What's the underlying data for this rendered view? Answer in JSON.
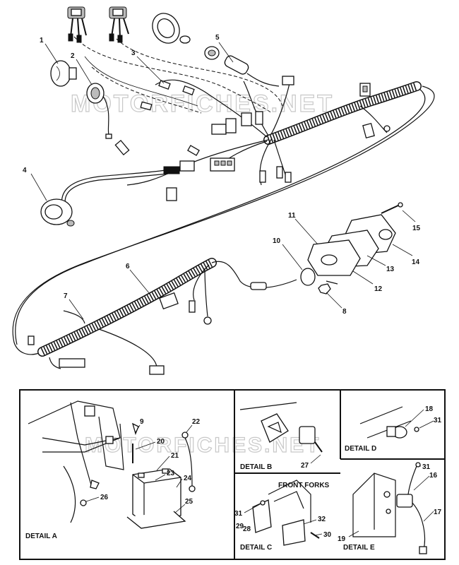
{
  "watermark": "MOTORFICHES.NET",
  "callouts": {
    "c1": "1",
    "c2": "2",
    "c3": "3",
    "c4": "4",
    "c5": "5",
    "c6": "6",
    "c7": "7",
    "c8": "8",
    "c9": "9",
    "c10": "10",
    "c11": "11",
    "c12": "12",
    "c13": "13",
    "c14": "14",
    "c15": "15",
    "c16": "16",
    "c17": "17",
    "c18": "18",
    "c19": "19",
    "c20": "20",
    "c21": "21",
    "c22": "22",
    "c23": "23",
    "c24": "24",
    "c25": "25",
    "c26": "26",
    "c27": "27",
    "c28": "28",
    "c29": "29",
    "c30": "30",
    "c31": "31",
    "c32": "32",
    "c31d": "31",
    "c31e": "31"
  },
  "details": {
    "a": "DETAIL A",
    "b": "DETAIL B",
    "c": "DETAIL C",
    "d": "DETAIL D",
    "e": "DETAIL E",
    "front_forks": "FRONT FORKS"
  }
}
